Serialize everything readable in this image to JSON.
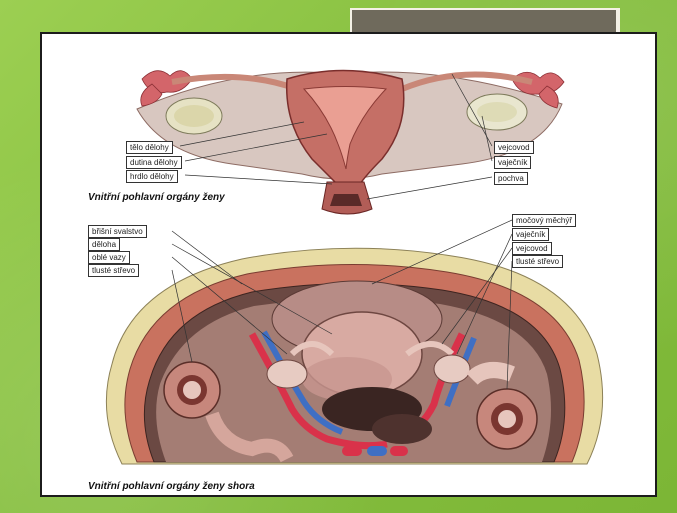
{
  "figure_top": {
    "labels_left": [
      "tělo dělohy",
      "dutina dělohy",
      "hrdlo dělohy"
    ],
    "labels_right": [
      "vejcovod",
      "vaječník",
      "pochva"
    ],
    "caption": "Vnitřní pohlavní orgány ženy"
  },
  "figure_bottom": {
    "labels_left": [
      "břišní svalstvo",
      "děloha",
      "oblé vazy",
      "tlusté střevo"
    ],
    "labels_right": [
      "močový měchýř",
      "vaječník",
      "vejcovod",
      "tlusté střevo"
    ],
    "caption": "Vnitřní pohlavní orgány ženy shora"
  },
  "colors": {
    "slide_green": "#8fc64a",
    "title_bar": "#6f6a5c",
    "muscle": "#c9725f",
    "artery": "#d9324a",
    "vein": "#3f6fc4",
    "organ_pink": "#c98c84"
  }
}
